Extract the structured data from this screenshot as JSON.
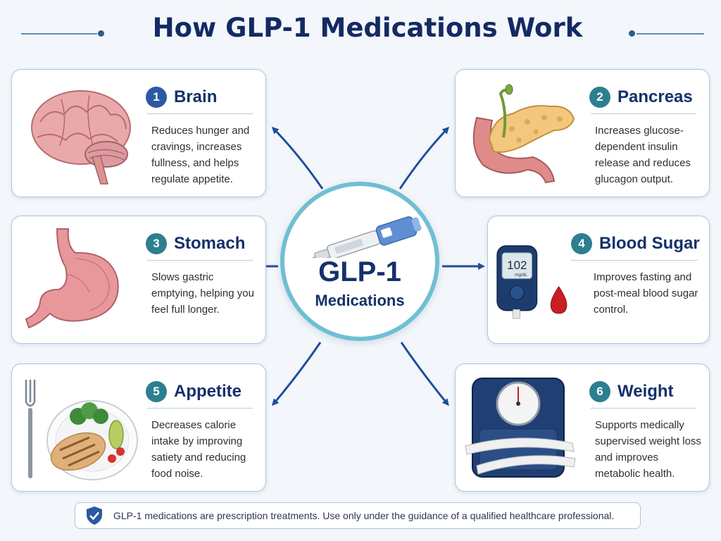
{
  "title": "How GLP-1 Medications Work",
  "hub": {
    "title": "GLP-1",
    "subtitle": "Medications"
  },
  "cards": [
    {
      "number": "1",
      "title": "Brain",
      "description": "Reduces hunger and cravings, increases fullness, and helps regulate appetite.",
      "icon": "brain-icon"
    },
    {
      "number": "2",
      "title": "Pancreas",
      "description": "Increases glucose-dependent insulin release and reduces glucagon output.",
      "icon": "pancreas-icon"
    },
    {
      "number": "3",
      "title": "Stomach",
      "description": "Slows gastric emptying, helping you feel full longer.",
      "icon": "stomach-icon"
    },
    {
      "number": "4",
      "title": "Blood Sugar",
      "description": "Improves fasting and post-meal blood sugar control.",
      "icon": "glucose-meter-icon"
    },
    {
      "number": "5",
      "title": "Appetite",
      "description": "Decreases calorie intake by improving satiety and reducing food noise.",
      "icon": "plate-icon"
    },
    {
      "number": "6",
      "title": "Weight",
      "description": "Supports medically supervised weight loss and improves metabolic health.",
      "icon": "scale-icon"
    }
  ],
  "meter": {
    "reading": "102",
    "unit": "mg/dL"
  },
  "disclaimer": "GLP-1 medications are prescription treatments. Use only under the guidance of a qualified healthcare professional.",
  "colors": {
    "navy": "#15306b",
    "accent_blue": "#2b59a3",
    "accent_teal": "#2d7f8f",
    "hub_ring": "#6fbfd2",
    "card_border": "#a9c7e2"
  }
}
